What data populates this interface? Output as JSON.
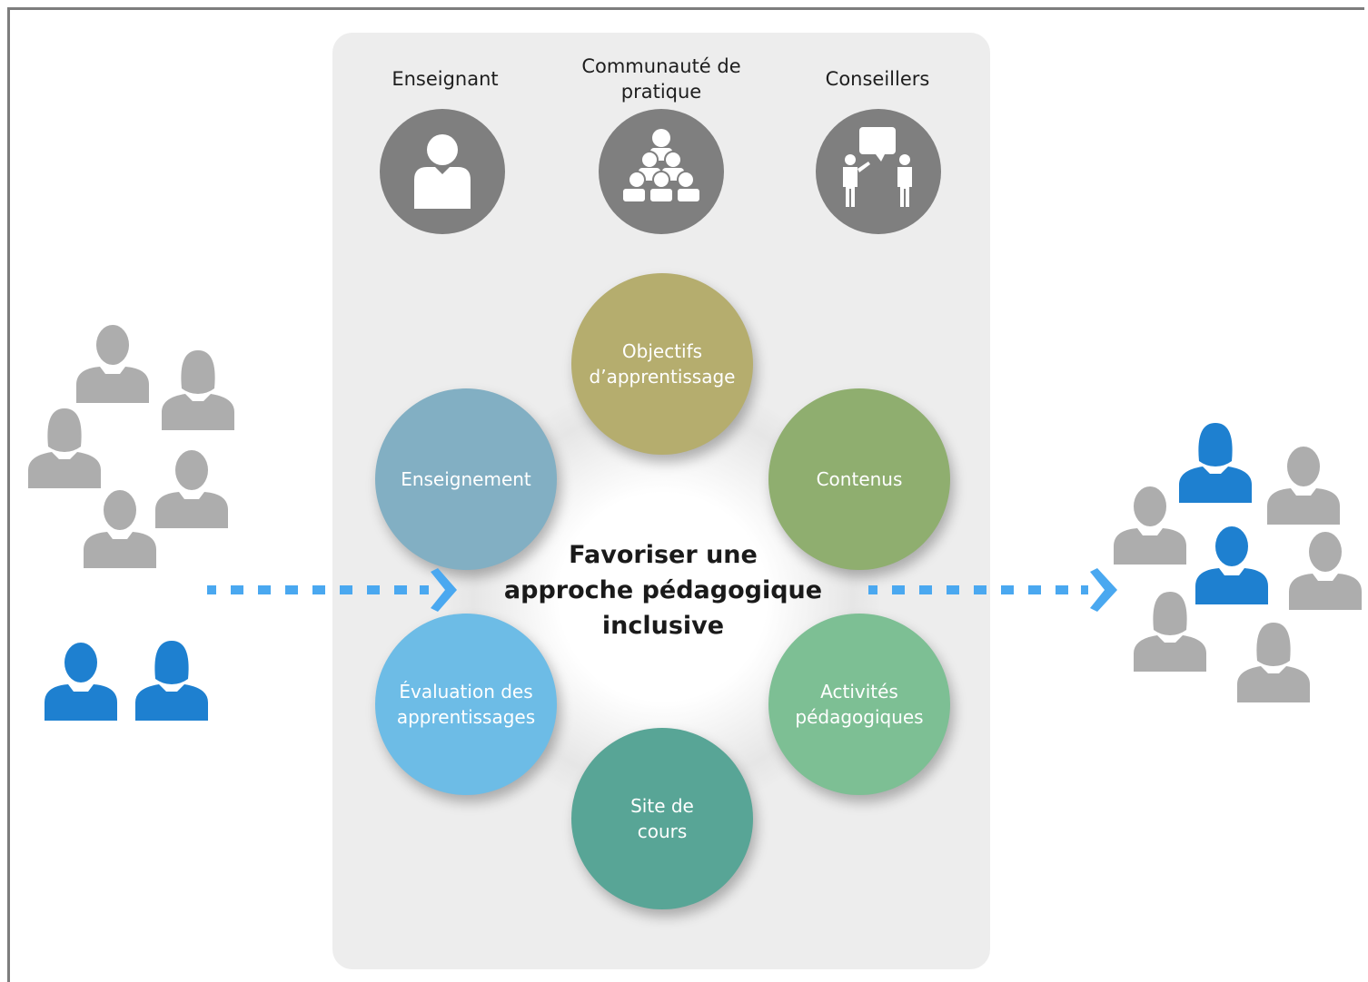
{
  "roles": [
    {
      "label": "Enseignant",
      "icon": "teacher-icon"
    },
    {
      "label": "Communauté\nde pratique",
      "icon": "community-group-icon"
    },
    {
      "label": "Conseillers",
      "icon": "advisors-icon"
    }
  ],
  "center": {
    "title": "Favoriser une\napproche pédagogique\ninclusive"
  },
  "nodes": [
    {
      "label": "Objectifs\nd’apprentissage",
      "color": "#b5ad6e"
    },
    {
      "label": "Contenus",
      "color": "#8fae6f"
    },
    {
      "label": "Activités\npédagogiques",
      "color": "#7dbf94"
    },
    {
      "label": "Site de\ncours",
      "color": "#58a596"
    },
    {
      "label": "Évaluation des\napprentissages",
      "color": "#6dbce6"
    },
    {
      "label": "Enseignement",
      "color": "#82afc3"
    }
  ],
  "colors": {
    "person_gray": "#adadad",
    "person_blue": "#1e80d0",
    "arrow_blue": "#4aa8f0",
    "icon_gray": "#7f7f7f",
    "panel": "#ededed"
  }
}
